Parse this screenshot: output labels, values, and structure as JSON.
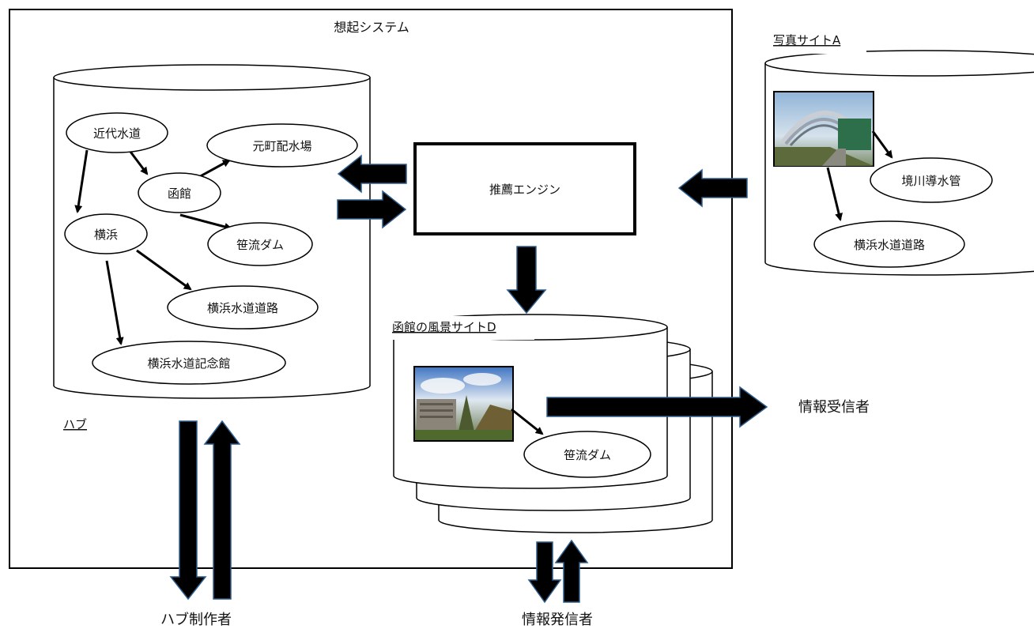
{
  "system": {
    "title": "想起システム"
  },
  "hub": {
    "label": "ハブ",
    "nodes": {
      "kindai": "近代水道",
      "motomachi": "元町配水場",
      "hakodate": "函館",
      "yokohama": "横浜",
      "sasanagare": "笹流ダム",
      "yokohama_road": "横浜水道道路",
      "yokohama_museum": "横浜水道記念館"
    }
  },
  "engine": {
    "label": "推薦エンジン"
  },
  "site_a": {
    "label": "写真サイトA",
    "nodes": {
      "sakaigawa": "境川導水管",
      "yokohama_road": "横浜水道道路"
    }
  },
  "site_d": {
    "label": "函館の風景サイトD",
    "nodes": {
      "sasanagare": "笹流ダム"
    }
  },
  "actors": {
    "receiver": "情報受信者",
    "hub_author": "ハブ制作者",
    "sender": "情報発信者"
  },
  "colors": {
    "line": "#000000",
    "arrow_fill": "#000000",
    "arrow_edge": "#2e5d8c",
    "background": "#ffffff"
  }
}
